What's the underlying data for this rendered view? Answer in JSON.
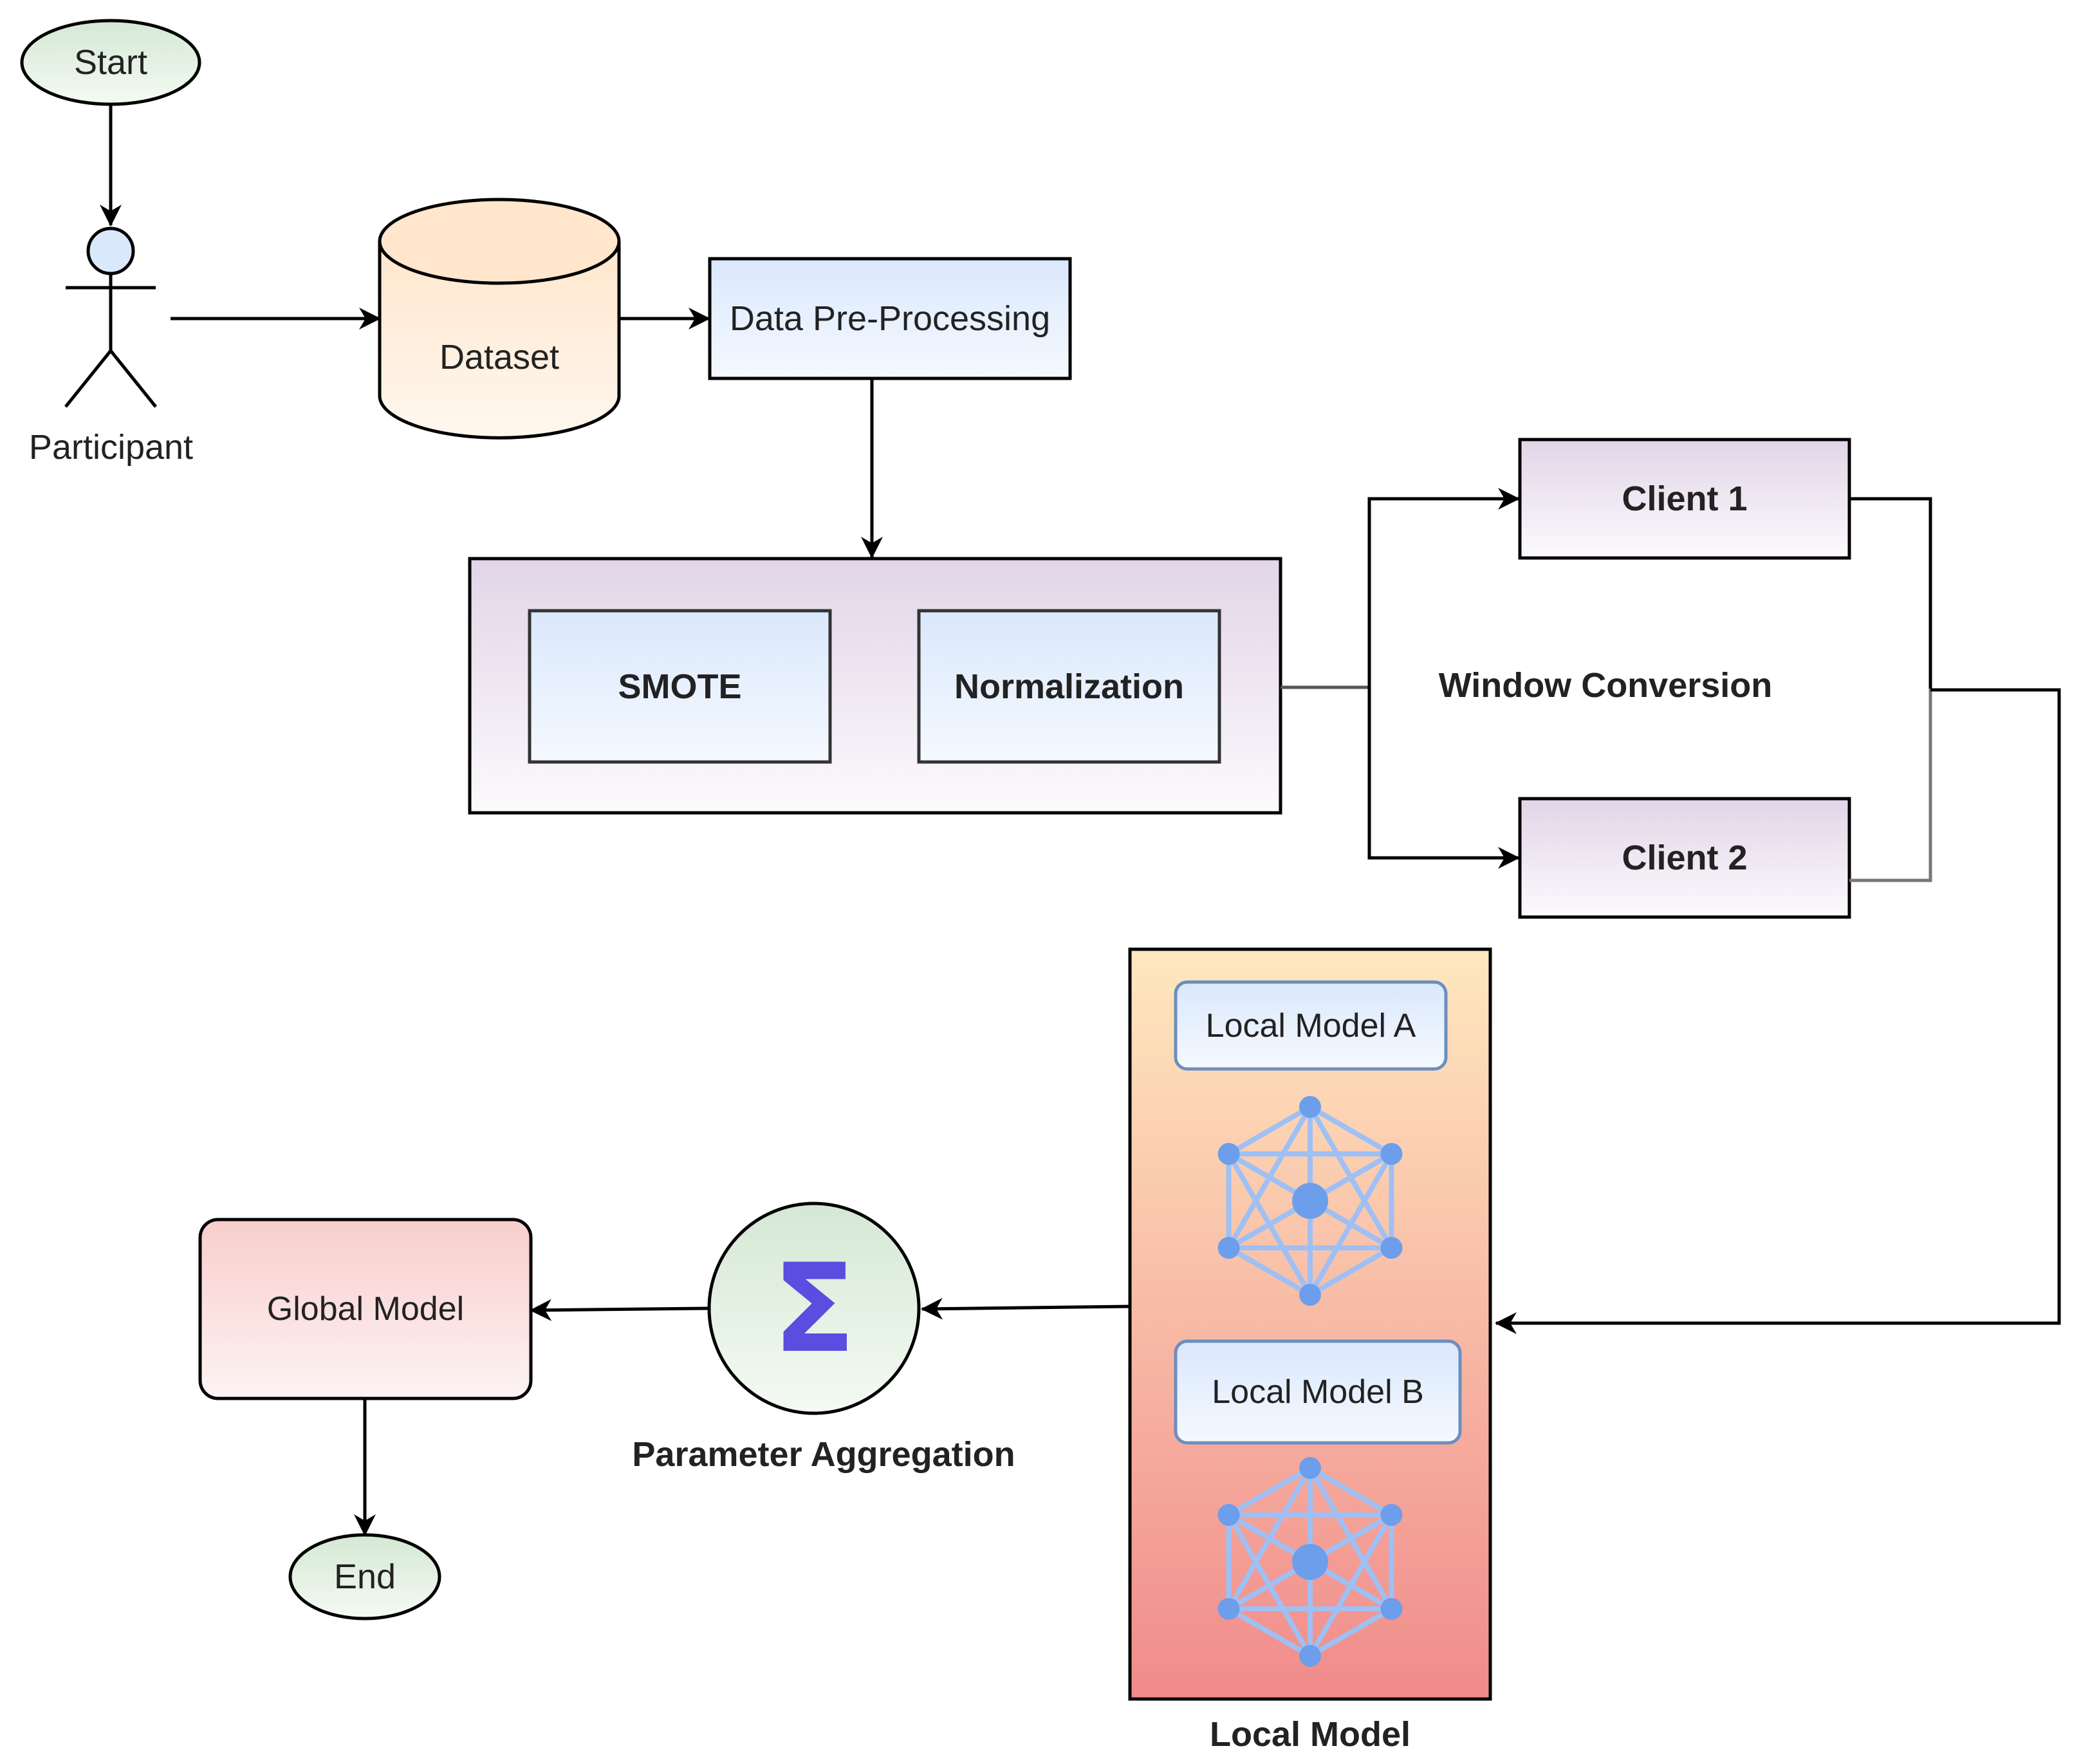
{
  "nodes": {
    "start": "Start",
    "participant": "Participant",
    "dataset": "Dataset",
    "preprocessing": "Data Pre-Processing",
    "smote": "SMOTE",
    "normalization": "Normalization",
    "window_conversion": "Window Conversion",
    "client1": "Client 1",
    "client2": "Client 2",
    "local_model_a": "Local Model A",
    "local_model_b": "Local Model B",
    "local_model": "Local Model",
    "aggregation": "Parameter Aggregation",
    "aggregation_symbol": "Σ",
    "global_model": "Global Model",
    "end": "End"
  },
  "icons": {
    "participant": "actor-stick-figure-icon",
    "dataset": "database-cylinder-icon",
    "aggregation": "sigma-icon",
    "network": "neural-network-icon"
  },
  "colors": {
    "terminal_fill": "#d5e8d4",
    "actor_head": "#dae8fc",
    "dataset_fill": "#ffe6cc",
    "process_fill": "#dae8fc",
    "purple_fill": "#e1d5e7",
    "local_model_top": "#ffe8bf",
    "local_model_bottom": "#f09090",
    "global_model_fill": "#f8cecc",
    "network_color": "#6d9eeb",
    "sigma_color": "#5b4de0"
  }
}
